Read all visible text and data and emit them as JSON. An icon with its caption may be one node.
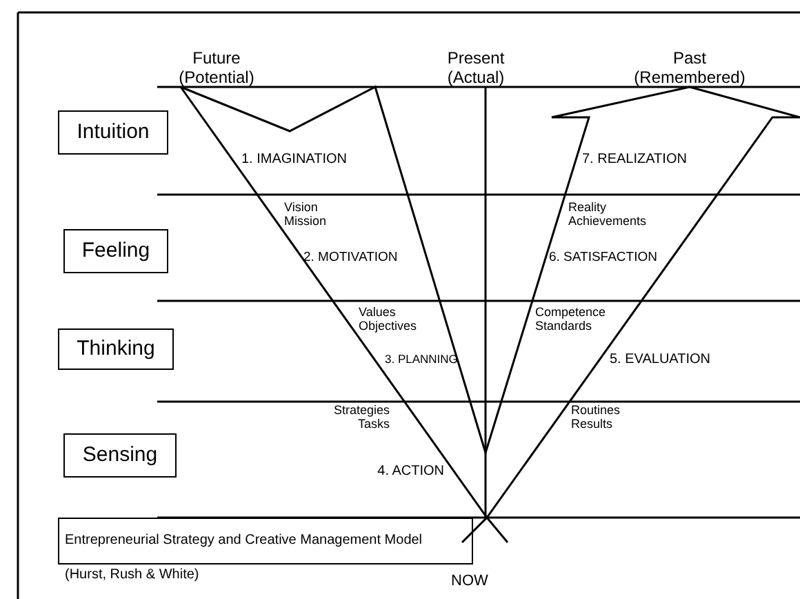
{
  "diagram": {
    "nodes": [
      {
        "text": [
          "Intuition"
        ]
      },
      {
        "text": [
          "Feeling"
        ]
      },
      {
        "text": [
          "Thinking"
        ]
      },
      {
        "text": [
          "Sensing"
        ]
      },
      {
        "text": [
          "Entrepreneurial Strategy and Creative Management Model",
          "(Hurst, Rush & White)"
        ]
      }
    ],
    "labels": [
      "Future (Potential)",
      "Present (Actual)",
      "Past (Remembered)",
      "1. IMAGINATION",
      "7. REALIZATION",
      "Vision Mission",
      "Reality Achievements",
      "2. MOTIVATION",
      "6. SATISFACTION",
      "Values Objectives",
      "Competence Standards",
      "3. PLANNING",
      "5. EVALUATION",
      "Strategies Tasks",
      "Routines Results",
      "4. ACTION",
      "NOW"
    ]
  }
}
